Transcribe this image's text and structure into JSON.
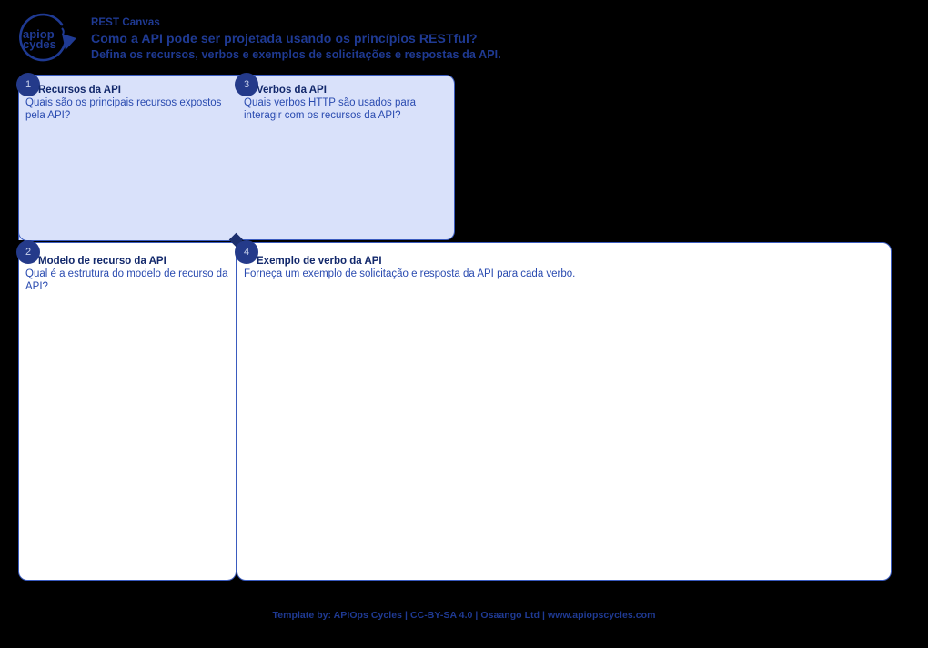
{
  "header": {
    "logo_alt": "APIOps Cycles logo",
    "logo_text_top": "apiops",
    "logo_text_bottom": "cycles",
    "title": "REST Canvas",
    "question": "Como a API pode ser projetada usando os princípios RESTful?",
    "subtitle": "Defina os recursos, verbos e exemplos de solicitações e respostas da API."
  },
  "cards": [
    {
      "number": "1",
      "title": "Recursos da API",
      "description": "Quais são os principais recursos expostos pela API?",
      "fill": "#d9e1fa"
    },
    {
      "number": "3",
      "title": "Verbos da API",
      "description": "Quais verbos HTTP são usados para interagir com os recursos da API?",
      "fill": "#d9e1fa"
    },
    {
      "number": "2",
      "title": "Modelo de recurso da API",
      "description": "Qual é a estrutura do modelo de recurso da API?",
      "fill": "#ffffff"
    },
    {
      "number": "4",
      "title": "Exemplo de verbo da API",
      "description": "Forneça um exemplo de solicitação e resposta da API para cada verbo.",
      "fill": "#ffffff"
    }
  ],
  "footer": {
    "text": "Template by: APIOps Cycles | CC-BY-SA 4.0 | Osaango Ltd | www.apiopscycles.com"
  },
  "colors": {
    "background": "#000000",
    "brand_blue": "#1f3a93",
    "badge_navy": "#243a8a",
    "card_border": "#3a5bbf",
    "card_fill_light": "#d9e1fa",
    "card_fill_white": "#ffffff",
    "title_text": "#12286b",
    "desc_text": "#2a4bb0"
  }
}
